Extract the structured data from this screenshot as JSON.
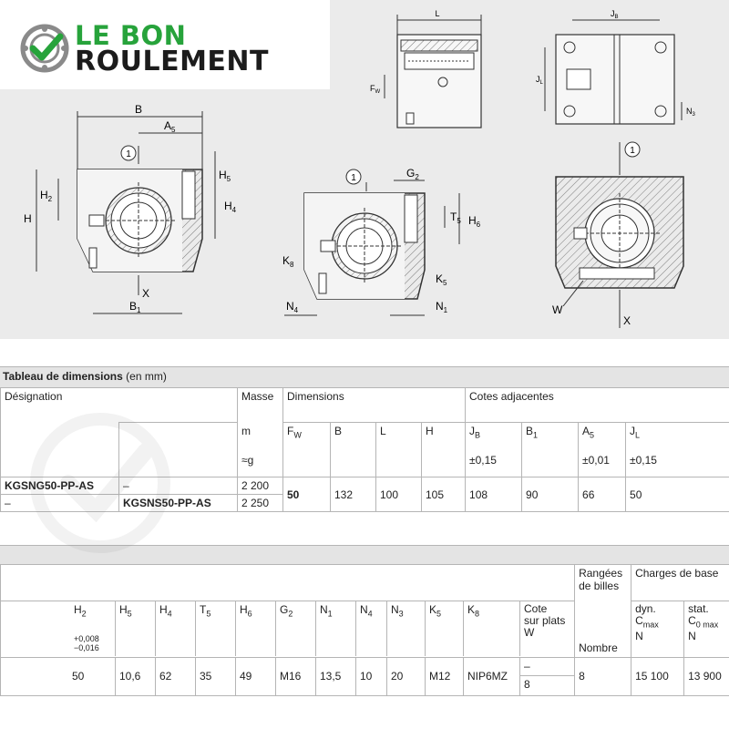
{
  "logo": {
    "line1": "LE BON",
    "line2": "ROULEMENT"
  },
  "drawings": {
    "top_center": {
      "label_L": "L",
      "label_FW": "F",
      "label_FW_sub": "W"
    },
    "top_right": {
      "label_JB": "J",
      "label_JB_sub": "B",
      "label_JL": "J",
      "label_JL_sub": "L",
      "label_N3": "N",
      "label_N3_sub": "3"
    },
    "left": {
      "label_B": "B",
      "label_A5": "A",
      "label_A5_sub": "5",
      "label_H5": "H",
      "label_H5_sub": "5",
      "label_H2": "H",
      "label_H2_sub": "2",
      "label_H": "H",
      "label_H4": "H",
      "label_H4_sub": "4",
      "label_X": "X",
      "label_B1": "B",
      "label_B1_sub": "1",
      "circle_mark": "1"
    },
    "middle": {
      "label_G2": "G",
      "label_G2_sub": "2",
      "label_T5": "T",
      "label_T5_sub": "5",
      "label_H6": "H",
      "label_H6_sub": "6",
      "label_K8": "K",
      "label_K8_sub": "8",
      "label_K5": "K",
      "label_K5_sub": "5",
      "label_N4": "N",
      "label_N4_sub": "4",
      "label_N1": "N",
      "label_N1_sub": "1",
      "circle_mark": "1"
    },
    "right": {
      "label_W": "W",
      "label_X": "X",
      "circle_mark": "1"
    }
  },
  "table1": {
    "title_bold": "Tableau de dimensions",
    "title_rest": " (en mm)",
    "header": {
      "designation": "Désignation",
      "masse": "Masse",
      "dimensions": "Dimensions",
      "cotes": "Cotes adjacentes",
      "m": "m",
      "approx_g": "≈g",
      "FW": "F",
      "FW_sub": "W",
      "B": "B",
      "L": "L",
      "H": "H",
      "JB": "J",
      "JB_sub": "B",
      "B1": "B",
      "B1_sub": "1",
      "A5": "A",
      "A5_sub": "5",
      "JL": "J",
      "JL_sub": "L",
      "tol_JB": "±0,15",
      "tol_B1": "",
      "tol_A5": "±0,01",
      "tol_JL": "±0,15"
    },
    "rows": [
      {
        "d1": "KGSNG50-PP-AS",
        "d2": "–",
        "mass": "2 200"
      },
      {
        "d1": "–",
        "d2": "KGSNS50-PP-AS",
        "mass": "2 250"
      }
    ],
    "values": {
      "FW": "50",
      "B": "132",
      "L": "100",
      "H": "105",
      "JB": "108",
      "B1": "90",
      "A5": "66",
      "JL": "50"
    }
  },
  "table2": {
    "header": {
      "H2": "H",
      "H2_sub": "2",
      "H2_tol_plus": "+0,008",
      "H2_tol_minus": "−0,016",
      "H5": "H",
      "H5_sub": "5",
      "H4": "H",
      "H4_sub": "4",
      "T5": "T",
      "T5_sub": "5",
      "H6": "H",
      "H6_sub": "6",
      "G2": "G",
      "G2_sub": "2",
      "N1": "N",
      "N1_sub": "1",
      "N4": "N",
      "N4_sub": "4",
      "N3": "N",
      "N3_sub": "3",
      "K5": "K",
      "K5_sub": "5",
      "K8": "K",
      "K8_sub": "8",
      "cote_line1": "Cote",
      "cote_line2": "sur plats",
      "cote_line3": "W",
      "rangees_line1": "Rangées",
      "rangees_line2": "de billes",
      "nombre": "Nombre",
      "charges": "Charges de base",
      "dyn": "dyn.",
      "cmax": "C",
      "cmax_sub": "max",
      "stat": "stat.",
      "c0max": "C",
      "c0max_sub": "0 max",
      "N_unit_1": "N",
      "N_unit_2": "N"
    },
    "values": {
      "H2": "50",
      "H5": "10,6",
      "H4": "62",
      "T5": "35",
      "H6": "49",
      "G2": "M16",
      "N1": "13,5",
      "N4": "10",
      "N3": "20",
      "K5": "M12",
      "K8": "NIP6MZ",
      "W_top": "–",
      "W_bottom": "8",
      "rangees": "8",
      "dyn": "15 100",
      "stat": "13 900"
    }
  },
  "colors": {
    "logo_green": "#27a33b",
    "logo_dark": "#1c1c1c",
    "drawing_bg": "#ebebeb",
    "bar_bg": "#e4e4e4"
  }
}
